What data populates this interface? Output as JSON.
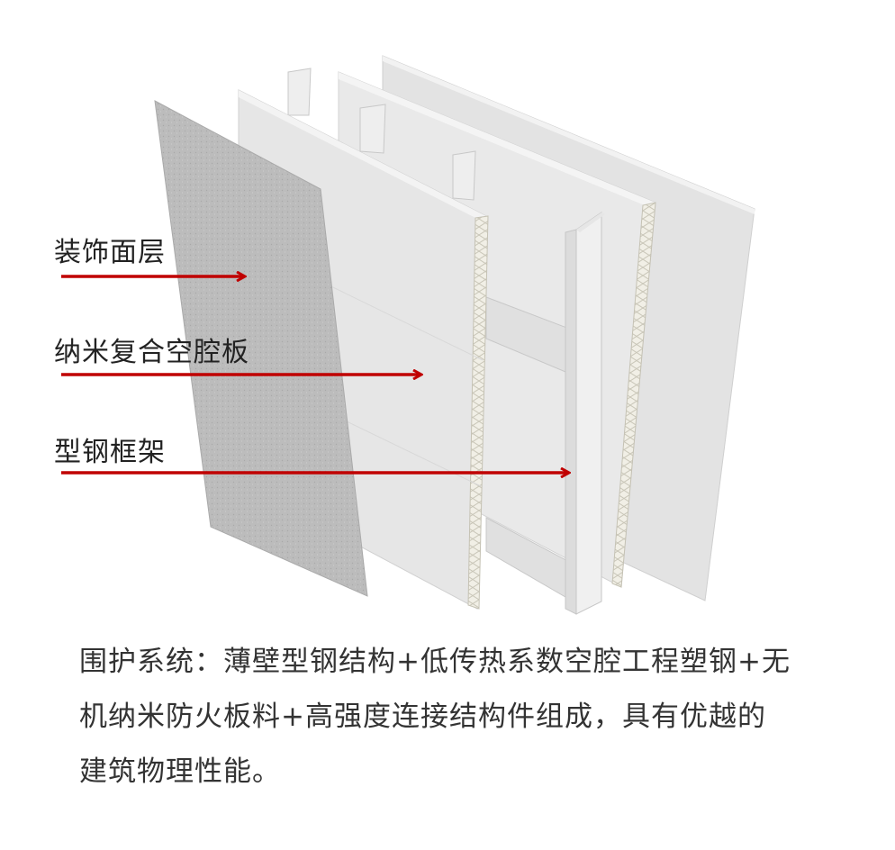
{
  "labels": {
    "decor": "装饰面层",
    "nano": "纳米复合空腔板",
    "steel": "型钢框架"
  },
  "caption": {
    "line1": "围护系统：薄壁型钢结构+低传热系数空腔工程塑钢+无",
    "line2": "机纳米防火板料+高强度连接结构件组成，具有优越的",
    "line3": "建筑物理性能。"
  },
  "colors": {
    "arrow": "#c00000",
    "panel_back": "#e3e3e3",
    "panel_mid": "#e6e6e6",
    "panel_front": "#bdbdbd",
    "steel": "#eeeeee",
    "text": "#222222"
  }
}
